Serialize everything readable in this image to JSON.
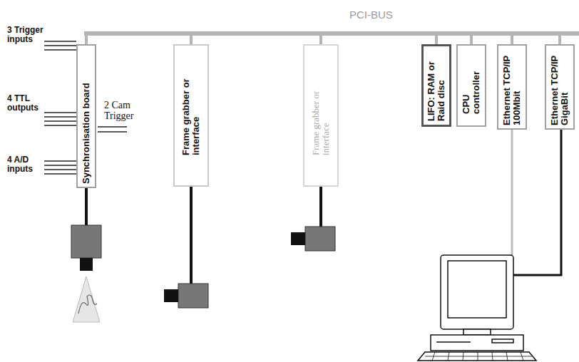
{
  "diagram": {
    "nodes": [
      {
        "text": [
          "PCI-BUS"
        ]
      },
      {
        "text": [
          "Synchronisation board"
        ]
      },
      {
        "text": [
          "Frame grabber or interface"
        ]
      },
      {
        "text": [
          "Frame grabber or interface"
        ]
      },
      {
        "text": [
          "LIFO: RAM or Raid disc"
        ]
      },
      {
        "text": [
          "CPU controller"
        ]
      },
      {
        "text": [
          "Ethernet TCP/IP 100Mbit"
        ]
      },
      {
        "text": [
          "Ethernet TCP/IP GigaBit"
        ]
      }
    ],
    "edges": [
      {
        "from": 0,
        "to": 1,
        "arrow": "none"
      },
      {
        "from": 0,
        "to": 2,
        "arrow": "none"
      },
      {
        "from": 0,
        "to": 3,
        "arrow": "none"
      },
      {
        "from": 0,
        "to": 4,
        "arrow": "none"
      },
      {
        "from": 0,
        "to": 5,
        "arrow": "none"
      },
      {
        "from": 0,
        "to": 6,
        "arrow": "none"
      },
      {
        "from": 0,
        "to": 7,
        "arrow": "none"
      }
    ],
    "labels": [
      "3 Trigger inputs",
      "4 TTL outputs",
      "4 A/D inputs",
      "2 Cam Trigger"
    ]
  }
}
